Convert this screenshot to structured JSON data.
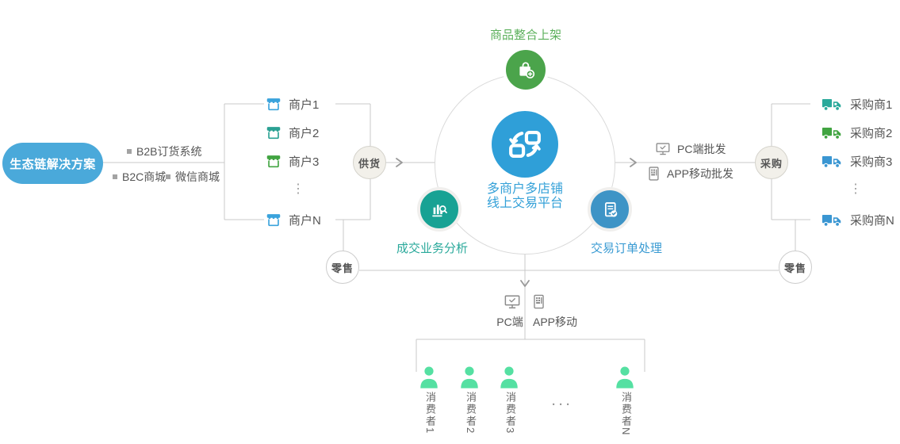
{
  "diagram": {
    "solution": {
      "label": "生态链解决方案"
    },
    "channels": {
      "b2b": "B2B订货系统",
      "b2c": "B2C商城",
      "wechat": "微信商城"
    },
    "merchants": {
      "items": [
        {
          "label": "商户1",
          "color": "#3aa3dc"
        },
        {
          "label": "商户2",
          "color": "#2aa193"
        },
        {
          "label": "商户3",
          "color": "#41a441"
        },
        {
          "label": "商户N",
          "color": "#3aa3dc"
        }
      ],
      "ellipsis": "⋮"
    },
    "nodes": {
      "supply": "供货",
      "purchase": "采购",
      "retail_left": "零售",
      "retail_right": "零售"
    },
    "platform": {
      "top_label": "商品整合上架",
      "title_line1": "多商户多店铺",
      "title_line2": "线上交易平台",
      "analysis_label": "成交业务分析",
      "order_label": "交易订单处理"
    },
    "wholesale": {
      "pc": "PC端批发",
      "app": "APP移动批发"
    },
    "consumer_channels": {
      "pc": "PC端",
      "app": "APP移动"
    },
    "purchasers": {
      "items": [
        {
          "label": "采购商1",
          "color": "#2aa99b"
        },
        {
          "label": "采购商2",
          "color": "#41a441"
        },
        {
          "label": "采购商3",
          "color": "#3a96d2"
        },
        {
          "label": "采购商N",
          "color": "#3a96d2"
        }
      ],
      "ellipsis": "⋮"
    },
    "consumers": {
      "items": [
        "消费者1",
        "消费者2",
        "消费者3",
        "消费者N"
      ],
      "ellipsis": "···"
    },
    "colors": {
      "pill_blue": "#4aa9da",
      "core_blue": "#2f9fd8",
      "title_blue": "#35a1d8",
      "green": "#4ba44b",
      "green_text": "#5cb05c",
      "teal": "#18a294",
      "teal_text": "#2aa99b",
      "order_blue": "#3e94c6",
      "blue_text": "#3a9bd3",
      "mint": "#55e0a2",
      "line_gray": "#c8c8c8",
      "text_gray": "#555555",
      "node_fill": "#f2f0ea"
    }
  }
}
